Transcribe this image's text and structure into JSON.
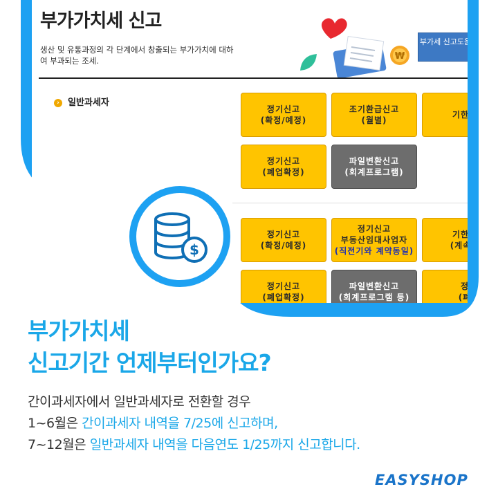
{
  "colors": {
    "brand_blue": "#1da1f2",
    "button_yellow": "#ffc400",
    "button_gray": "#6d6d6d",
    "highlight": "#1aa7e8"
  },
  "panel": {
    "title": "부가가치세 신고",
    "description": "생산 및 유통과정의 각 단계에서 창출되는 부가가치에 대하여 부과되는 조세.",
    "guide_button": "부가세 신고도움",
    "category_label": "일반과세자",
    "buttons": {
      "b1": {
        "line1": "정기신고",
        "line2": "(확정/예정)"
      },
      "b2": {
        "line1": "조기환급신고",
        "line2": "(월별)"
      },
      "b3": {
        "line1": "기한후"
      },
      "b4": {
        "line1": "정기신고",
        "line2": "(폐업확정)"
      },
      "b5": {
        "line1": "파일변환신고",
        "line2": "(회계프로그램)"
      },
      "b6": {
        "line1": "정기신고",
        "line2": "(확정/예정)"
      },
      "b7": {
        "line1": "정기신고",
        "line2": "부동산임대사업자",
        "line3": "(직전기와 계약동일)"
      },
      "b8": {
        "line1": "기한후",
        "line2": "(계속사"
      },
      "b9": {
        "line1": "정기신고",
        "line2": "(폐업확정)"
      },
      "b10": {
        "line1": "파일변환신고",
        "line2": "(회계프로그램 등)"
      },
      "b11": {
        "line1": "정",
        "line2": "(폐"
      }
    }
  },
  "icons": {
    "coin": "coin-stack-dollar-icon",
    "heart": "heart-icon",
    "leaf": "leaf-icon",
    "won": "won-coin-icon",
    "envelope": "envelope-icon"
  },
  "heading": {
    "line1": "부가가치세",
    "line2": "신고기간 언제부터인가요?"
  },
  "body": {
    "line1": "간이과세자에서 일반과세자로 전환할 경우",
    "line2_a": "1~6월은 ",
    "line2_b": "간이과세자 내역을 7/25에 신고하며,",
    "line3_a": "7~12월은 ",
    "line3_b": "일반과세자 내역을 다음연도 1/25까지 신고합니다."
  },
  "logo": "EASYSHOP"
}
